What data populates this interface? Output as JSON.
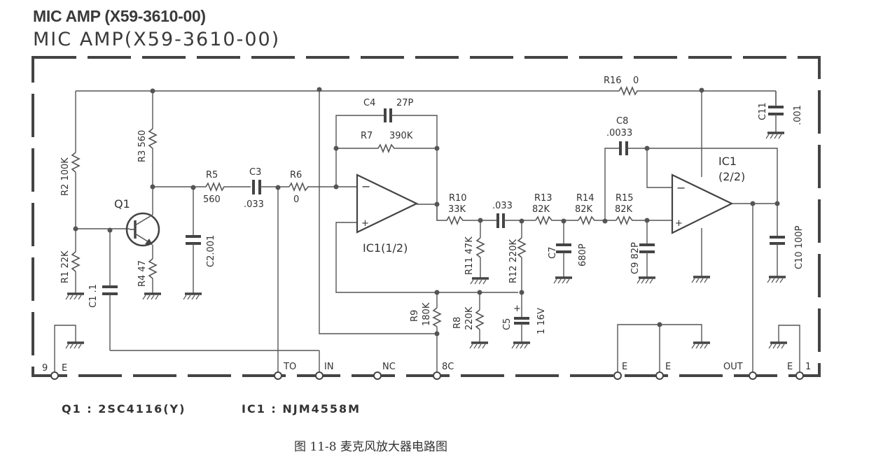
{
  "titles": {
    "bold": "MIC AMP (X59-3610-00)",
    "schematic": "MIC AMP(X59-3610-00)"
  },
  "components": {
    "R1": {
      "ref": "R1",
      "value": "22K"
    },
    "R2": {
      "ref": "R2",
      "value": "100K"
    },
    "R3": {
      "ref": "R3",
      "value": "560"
    },
    "R4": {
      "ref": "R4",
      "value": "47"
    },
    "R5": {
      "ref": "R5",
      "value": "560"
    },
    "R6": {
      "ref": "R6",
      "value": "0"
    },
    "R7": {
      "ref": "R7",
      "value": "390K"
    },
    "R8": {
      "ref": "R8",
      "value": "220K"
    },
    "R9": {
      "ref": "R9",
      "value": "180K"
    },
    "R10": {
      "ref": "R10",
      "value": "33K"
    },
    "R11": {
      "ref": "R11",
      "value": "47K"
    },
    "R12": {
      "ref": "R12",
      "value": "220K"
    },
    "R13": {
      "ref": "R13",
      "value": "82K"
    },
    "R14": {
      "ref": "R14",
      "value": "82K"
    },
    "R15": {
      "ref": "R15",
      "value": "82K"
    },
    "R16": {
      "ref": "R16",
      "value": "0"
    },
    "C1": {
      "ref": "C1",
      "value": ".1"
    },
    "C2": {
      "ref": "C2",
      "value": ".001"
    },
    "C3": {
      "ref": "C3",
      "value": ".033"
    },
    "C4": {
      "ref": "C4",
      "value": "27P"
    },
    "C5": {
      "ref": "C5",
      "value": "1 16V",
      "polarity": "+"
    },
    "C6": {
      "value": ".033"
    },
    "C7": {
      "ref": "C7",
      "value": "680P"
    },
    "C8": {
      "ref": "C8",
      "value": ".0033"
    },
    "C9": {
      "ref": "C9",
      "value": "82P"
    },
    "C10": {
      "ref": "C10",
      "value": "100P"
    },
    "C11": {
      "ref": "C11",
      "value": ".001"
    },
    "Q1": {
      "ref": "Q1"
    },
    "IC1a": {
      "ref": "IC1(1/2)"
    },
    "IC1b": {
      "ref_line1": "IC1",
      "ref_line2": "(2/2)"
    }
  },
  "opamp_pins": {
    "minus": "−",
    "plus": "+"
  },
  "terminals": {
    "pin9": "9",
    "e1": "E",
    "to": "TO",
    "in": "IN",
    "nc": "NC",
    "bc": "8C",
    "e2": "E",
    "e3": "E",
    "out": "OUT",
    "e4": "E",
    "pin1": "1"
  },
  "parts_list": {
    "q1": "Q1 : 2SC4116(Y)",
    "ic1": "IC1 : NJM4558M"
  },
  "caption": "图 11-8   麦克风放大器电路图"
}
